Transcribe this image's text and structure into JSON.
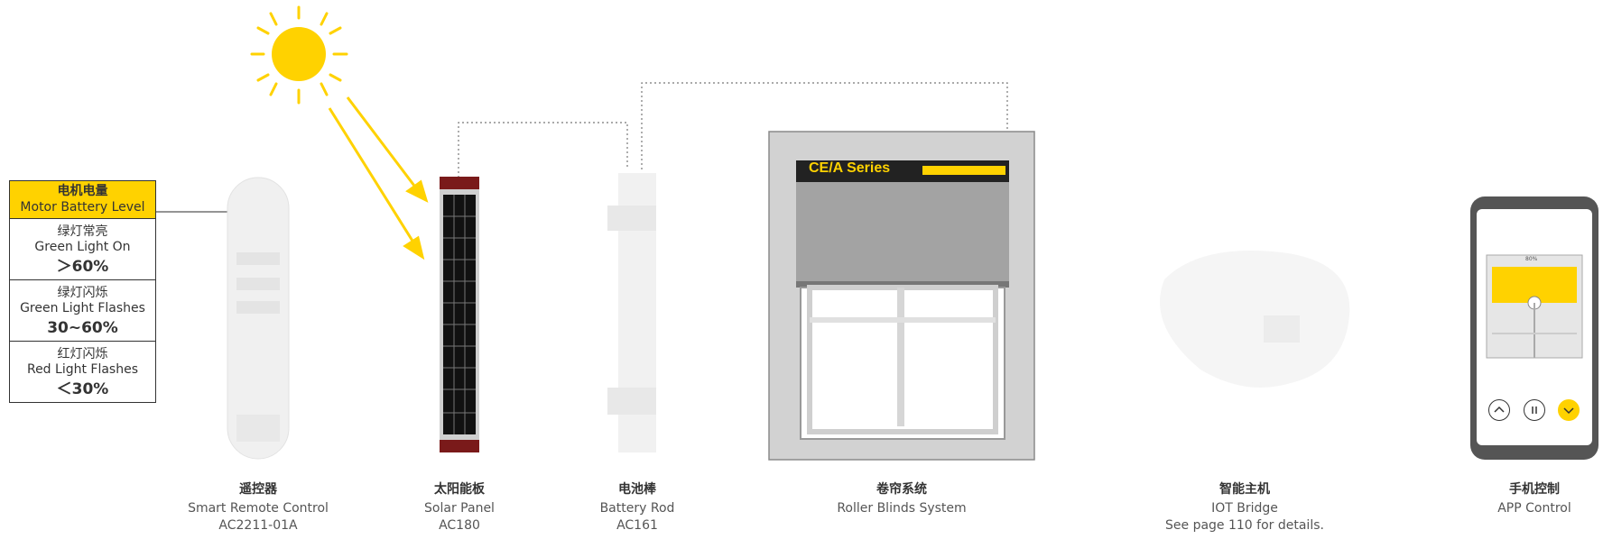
{
  "legend": {
    "title_zh": "电机电量",
    "title_en": "Motor Battery Level",
    "rows": [
      {
        "zh": "绿灯常亮",
        "en": "Green Light On",
        "value": "＞60%"
      },
      {
        "zh": "绿灯闪烁",
        "en": "Green Light Flashes",
        "value": "30~60%"
      },
      {
        "zh": "红灯闪烁",
        "en": "Red Light Flashes",
        "value": "＜30%"
      }
    ],
    "highlight_color": "#FFD200"
  },
  "blinds": {
    "series_label": "CE/A Series"
  },
  "app": {
    "percent_label": "80%"
  },
  "products": [
    {
      "zh": "遥控器",
      "en": "Smart Remote Control",
      "model": "AC2211-01A"
    },
    {
      "zh": "太阳能板",
      "en": "Solar Panel",
      "model": "AC180"
    },
    {
      "zh": "电池棒",
      "en": "Battery Rod",
      "model": "AC161"
    },
    {
      "zh": "卷帘系统",
      "en": "Roller Blinds System",
      "model": ""
    },
    {
      "zh": "智能主机",
      "en": "IOT Bridge",
      "model": "See page 110 for details."
    },
    {
      "zh": "手机控制",
      "en": "APP Control",
      "model": ""
    }
  ],
  "icons": {
    "sun": "sun-icon",
    "remote": "remote-control-icon",
    "solar": "solar-panel-icon",
    "battery": "battery-rod-icon",
    "blinds": "roller-blind-window-icon",
    "bridge": "iot-bridge-icon",
    "phone": "smartphone-icon"
  },
  "colors": {
    "accent": "#FFD200",
    "frame": "#8a8a8a",
    "solar_red": "#7a1a1a"
  }
}
